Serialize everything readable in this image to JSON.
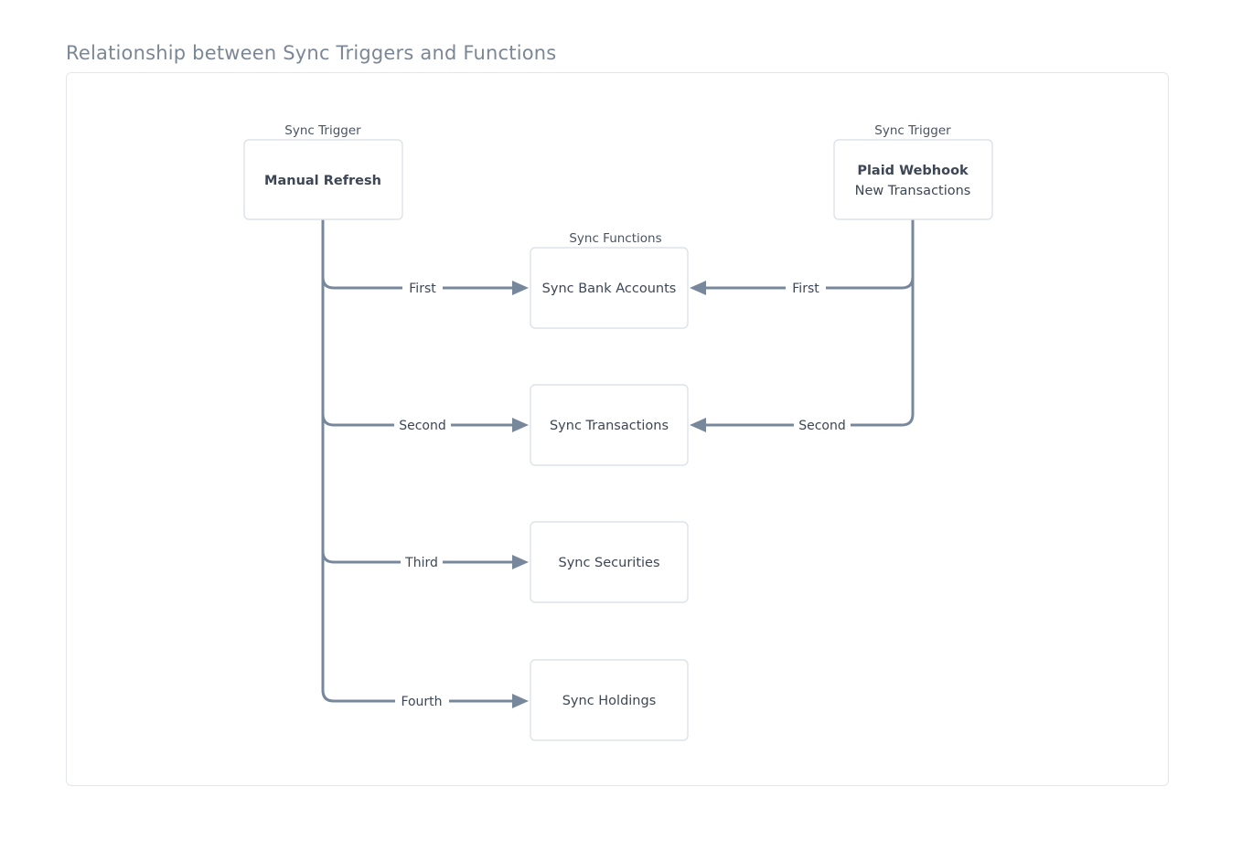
{
  "page": {
    "title": "Relationship between Sync Triggers and Functions",
    "background_color": "#ffffff"
  },
  "theme": {
    "title_color": "#7b8794",
    "edge_color": "#78889c",
    "node_border_color": "#dde2e8",
    "card_border_color": "#e3e7ec",
    "node_text_color": "#3d4654",
    "group_label_color": "#4a5362"
  },
  "diagram": {
    "type": "flowchart",
    "groups": [
      {
        "id": "trigger-left",
        "label": "Sync Trigger"
      },
      {
        "id": "functions",
        "label": "Sync Functions"
      },
      {
        "id": "trigger-right",
        "label": "Sync Trigger"
      }
    ],
    "triggers": [
      {
        "id": "manual-refresh",
        "group_label": "Sync Trigger",
        "title": "Manual Refresh",
        "subtitle": ""
      },
      {
        "id": "plaid-webhook",
        "group_label": "Sync Trigger",
        "title": "Plaid Webhook",
        "subtitle": "New Transactions"
      }
    ],
    "functions": [
      {
        "id": "sync-bank-accounts",
        "label": "Sync Bank Accounts"
      },
      {
        "id": "sync-transactions",
        "label": "Sync Transactions"
      },
      {
        "id": "sync-securities",
        "label": "Sync Securities"
      },
      {
        "id": "sync-holdings",
        "label": "Sync Holdings"
      }
    ],
    "functions_group_label": "Sync Functions",
    "edges": [
      {
        "from": "manual-refresh",
        "to": "sync-bank-accounts",
        "label": "First",
        "direction": "left-to-right"
      },
      {
        "from": "manual-refresh",
        "to": "sync-transactions",
        "label": "Second",
        "direction": "left-to-right"
      },
      {
        "from": "manual-refresh",
        "to": "sync-securities",
        "label": "Third",
        "direction": "left-to-right"
      },
      {
        "from": "manual-refresh",
        "to": "sync-holdings",
        "label": "Fourth",
        "direction": "left-to-right"
      },
      {
        "from": "plaid-webhook",
        "to": "sync-bank-accounts",
        "label": "First",
        "direction": "right-to-left"
      },
      {
        "from": "plaid-webhook",
        "to": "sync-transactions",
        "label": "Second",
        "direction": "right-to-left"
      }
    ]
  }
}
